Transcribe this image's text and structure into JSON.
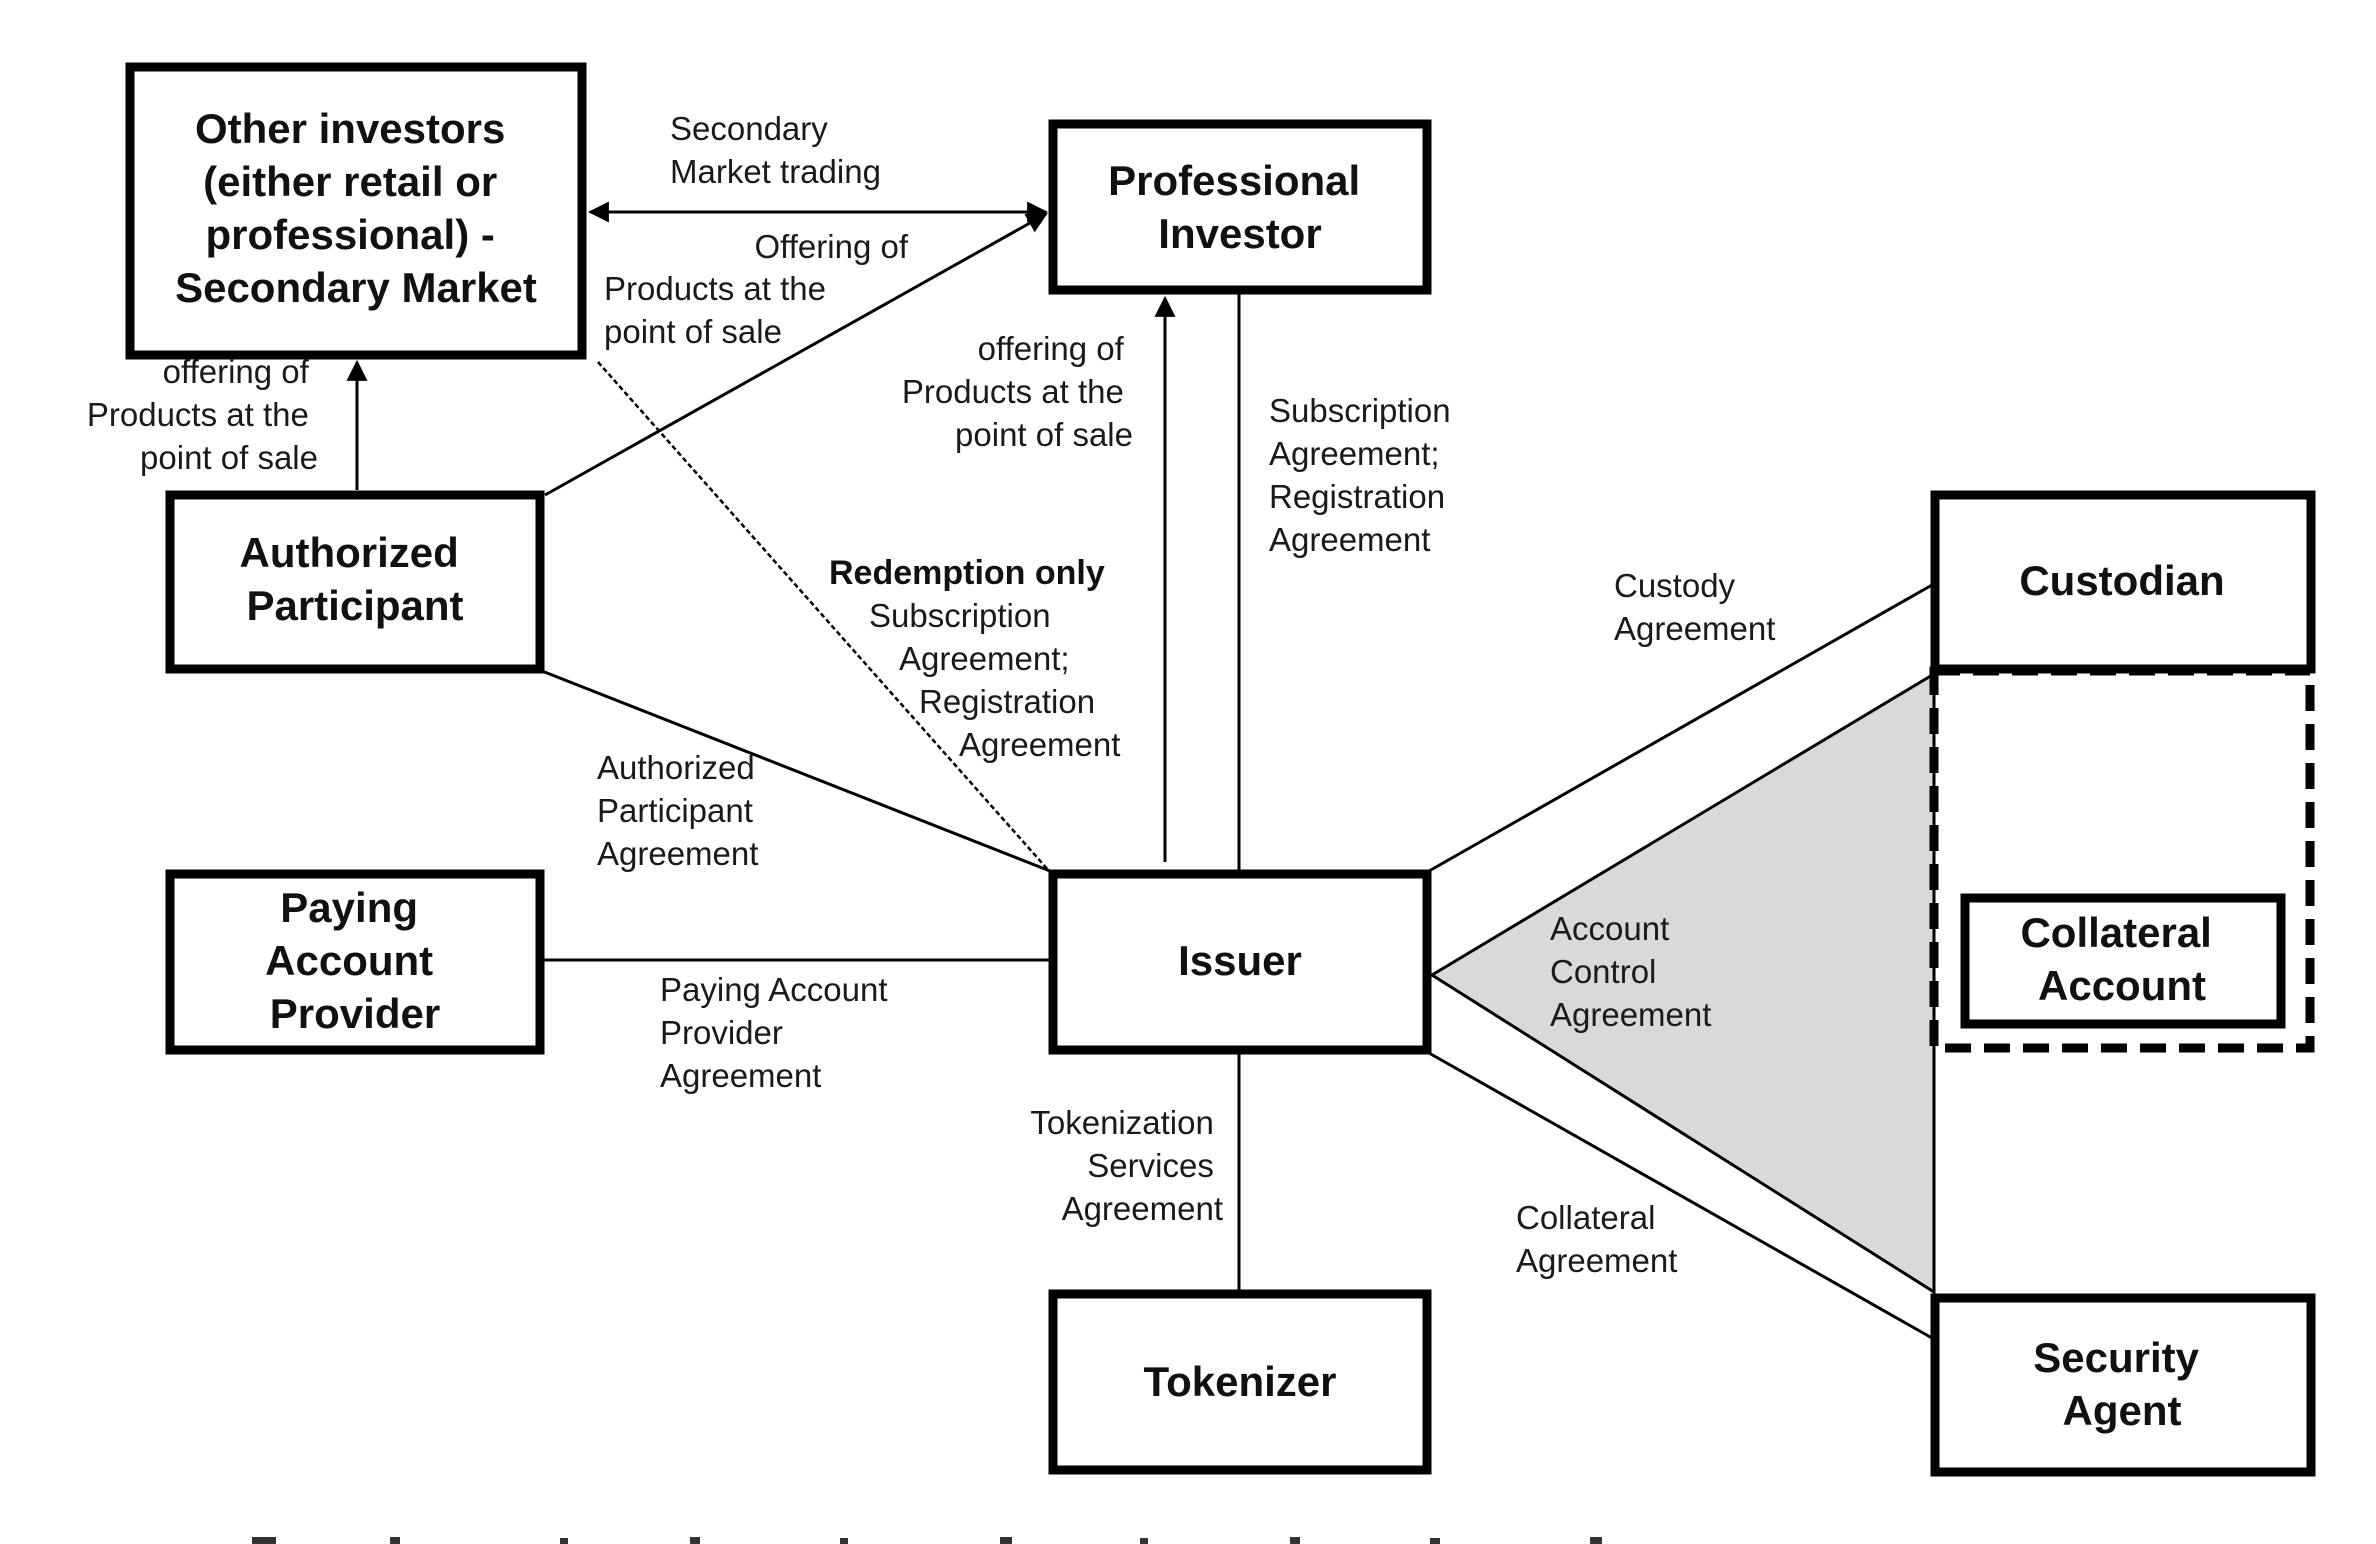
{
  "colors": {
    "line": "#000000",
    "box_fill": "#ffffff",
    "shaded_region": "#d9d9d9"
  },
  "nodes": {
    "other_investors": {
      "lines": [
        "Other investors",
        "(either retail or",
        "professional)  -",
        "Secondary Market"
      ]
    },
    "professional_investor": {
      "lines": [
        "Professional",
        "Investor"
      ]
    },
    "authorized_participant": {
      "lines": [
        "Authorized",
        "Participant"
      ]
    },
    "paying_account_provider": {
      "lines": [
        "Paying",
        "Account",
        "Provider"
      ]
    },
    "issuer": {
      "lines": [
        "Issuer"
      ]
    },
    "tokenizer": {
      "lines": [
        "Tokenizer"
      ]
    },
    "custodian": {
      "lines": [
        "Custodian"
      ]
    },
    "collateral_account": {
      "lines": [
        "Collateral",
        "Account"
      ]
    },
    "security_agent": {
      "lines": [
        "Security",
        "Agent"
      ]
    }
  },
  "edges": {
    "secondary_market_trading": {
      "lines": [
        "Secondary",
        "Market trading"
      ],
      "type": "bidirectional-arrow"
    },
    "ap_to_professional": {
      "lines": [
        "Offering of",
        "Products at the",
        "point of sale"
      ],
      "type": "arrow"
    },
    "ap_to_other_investors": {
      "lines": [
        "offering of",
        "Products at the",
        "point of sale"
      ],
      "type": "arrow"
    },
    "issuer_to_professional_offering": {
      "lines": [
        "offering of",
        "Products at the",
        "point of sale"
      ],
      "type": "arrow"
    },
    "issuer_professional_subscription": {
      "lines": [
        "Subscription",
        "Agreement;",
        "Registration",
        "Agreement"
      ],
      "type": "solid"
    },
    "redemption": {
      "bold_line": "Redemption only",
      "lines": [
        "Subscription",
        "Agreement;",
        "Registration",
        "Agreement"
      ],
      "type": "dashed"
    },
    "authorized_participant_agreement": {
      "lines": [
        "Authorized",
        "Participant",
        "Agreement"
      ],
      "type": "solid"
    },
    "paying_account_provider_agreement": {
      "lines": [
        "Paying Account",
        "Provider",
        "Agreement"
      ],
      "type": "solid"
    },
    "tokenization_services_agreement": {
      "lines": [
        "Tokenization",
        "Services",
        "Agreement"
      ],
      "type": "solid"
    },
    "custody_agreement": {
      "lines": [
        "Custody",
        "Agreement"
      ],
      "type": "solid"
    },
    "account_control_agreement": {
      "lines": [
        "Account",
        "Control",
        "Agreement"
      ],
      "type": "shaded-triangle"
    },
    "collateral_agreement": {
      "lines": [
        "Collateral",
        "Agreement"
      ],
      "type": "solid"
    }
  },
  "caption": {
    "text": "",
    "note": "clipped"
  }
}
